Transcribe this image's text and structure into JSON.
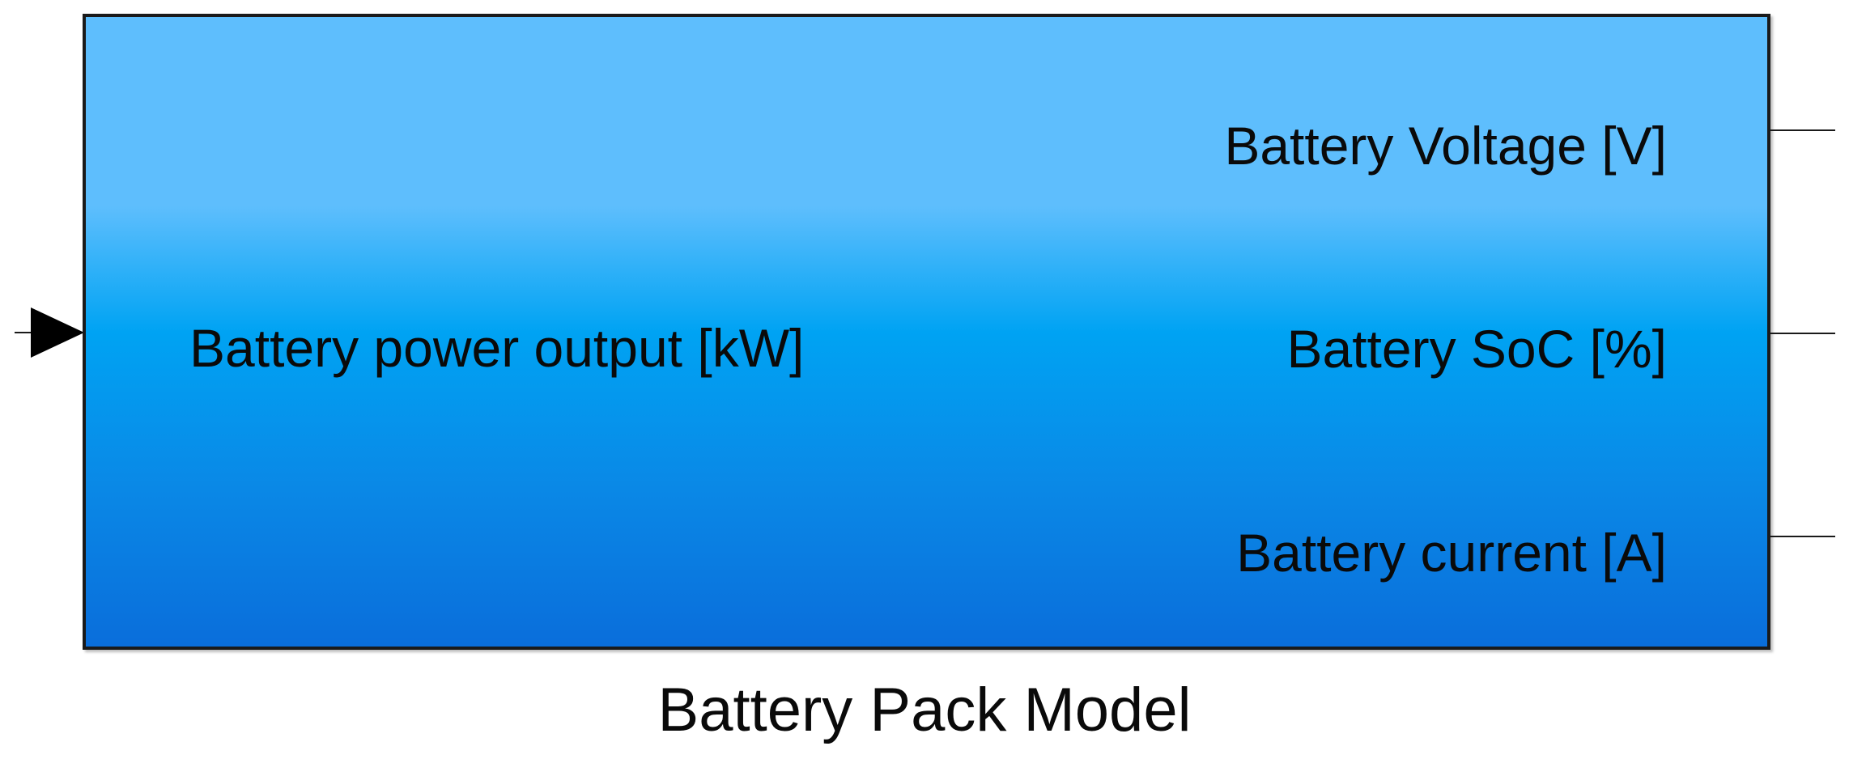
{
  "block": {
    "name": "Battery Pack Model",
    "fill_top_color": "#5ebefd",
    "fill_mid_color": "#00a3f3",
    "fill_bottom_color": "#0a6edb",
    "border_color": "#1a1a1a",
    "inputs": [
      {
        "label": "Battery power output [kW]"
      }
    ],
    "outputs": [
      {
        "label": "Battery Voltage [V]"
      },
      {
        "label": "Battery SoC [%]"
      },
      {
        "label": "Battery current [A]"
      }
    ]
  }
}
